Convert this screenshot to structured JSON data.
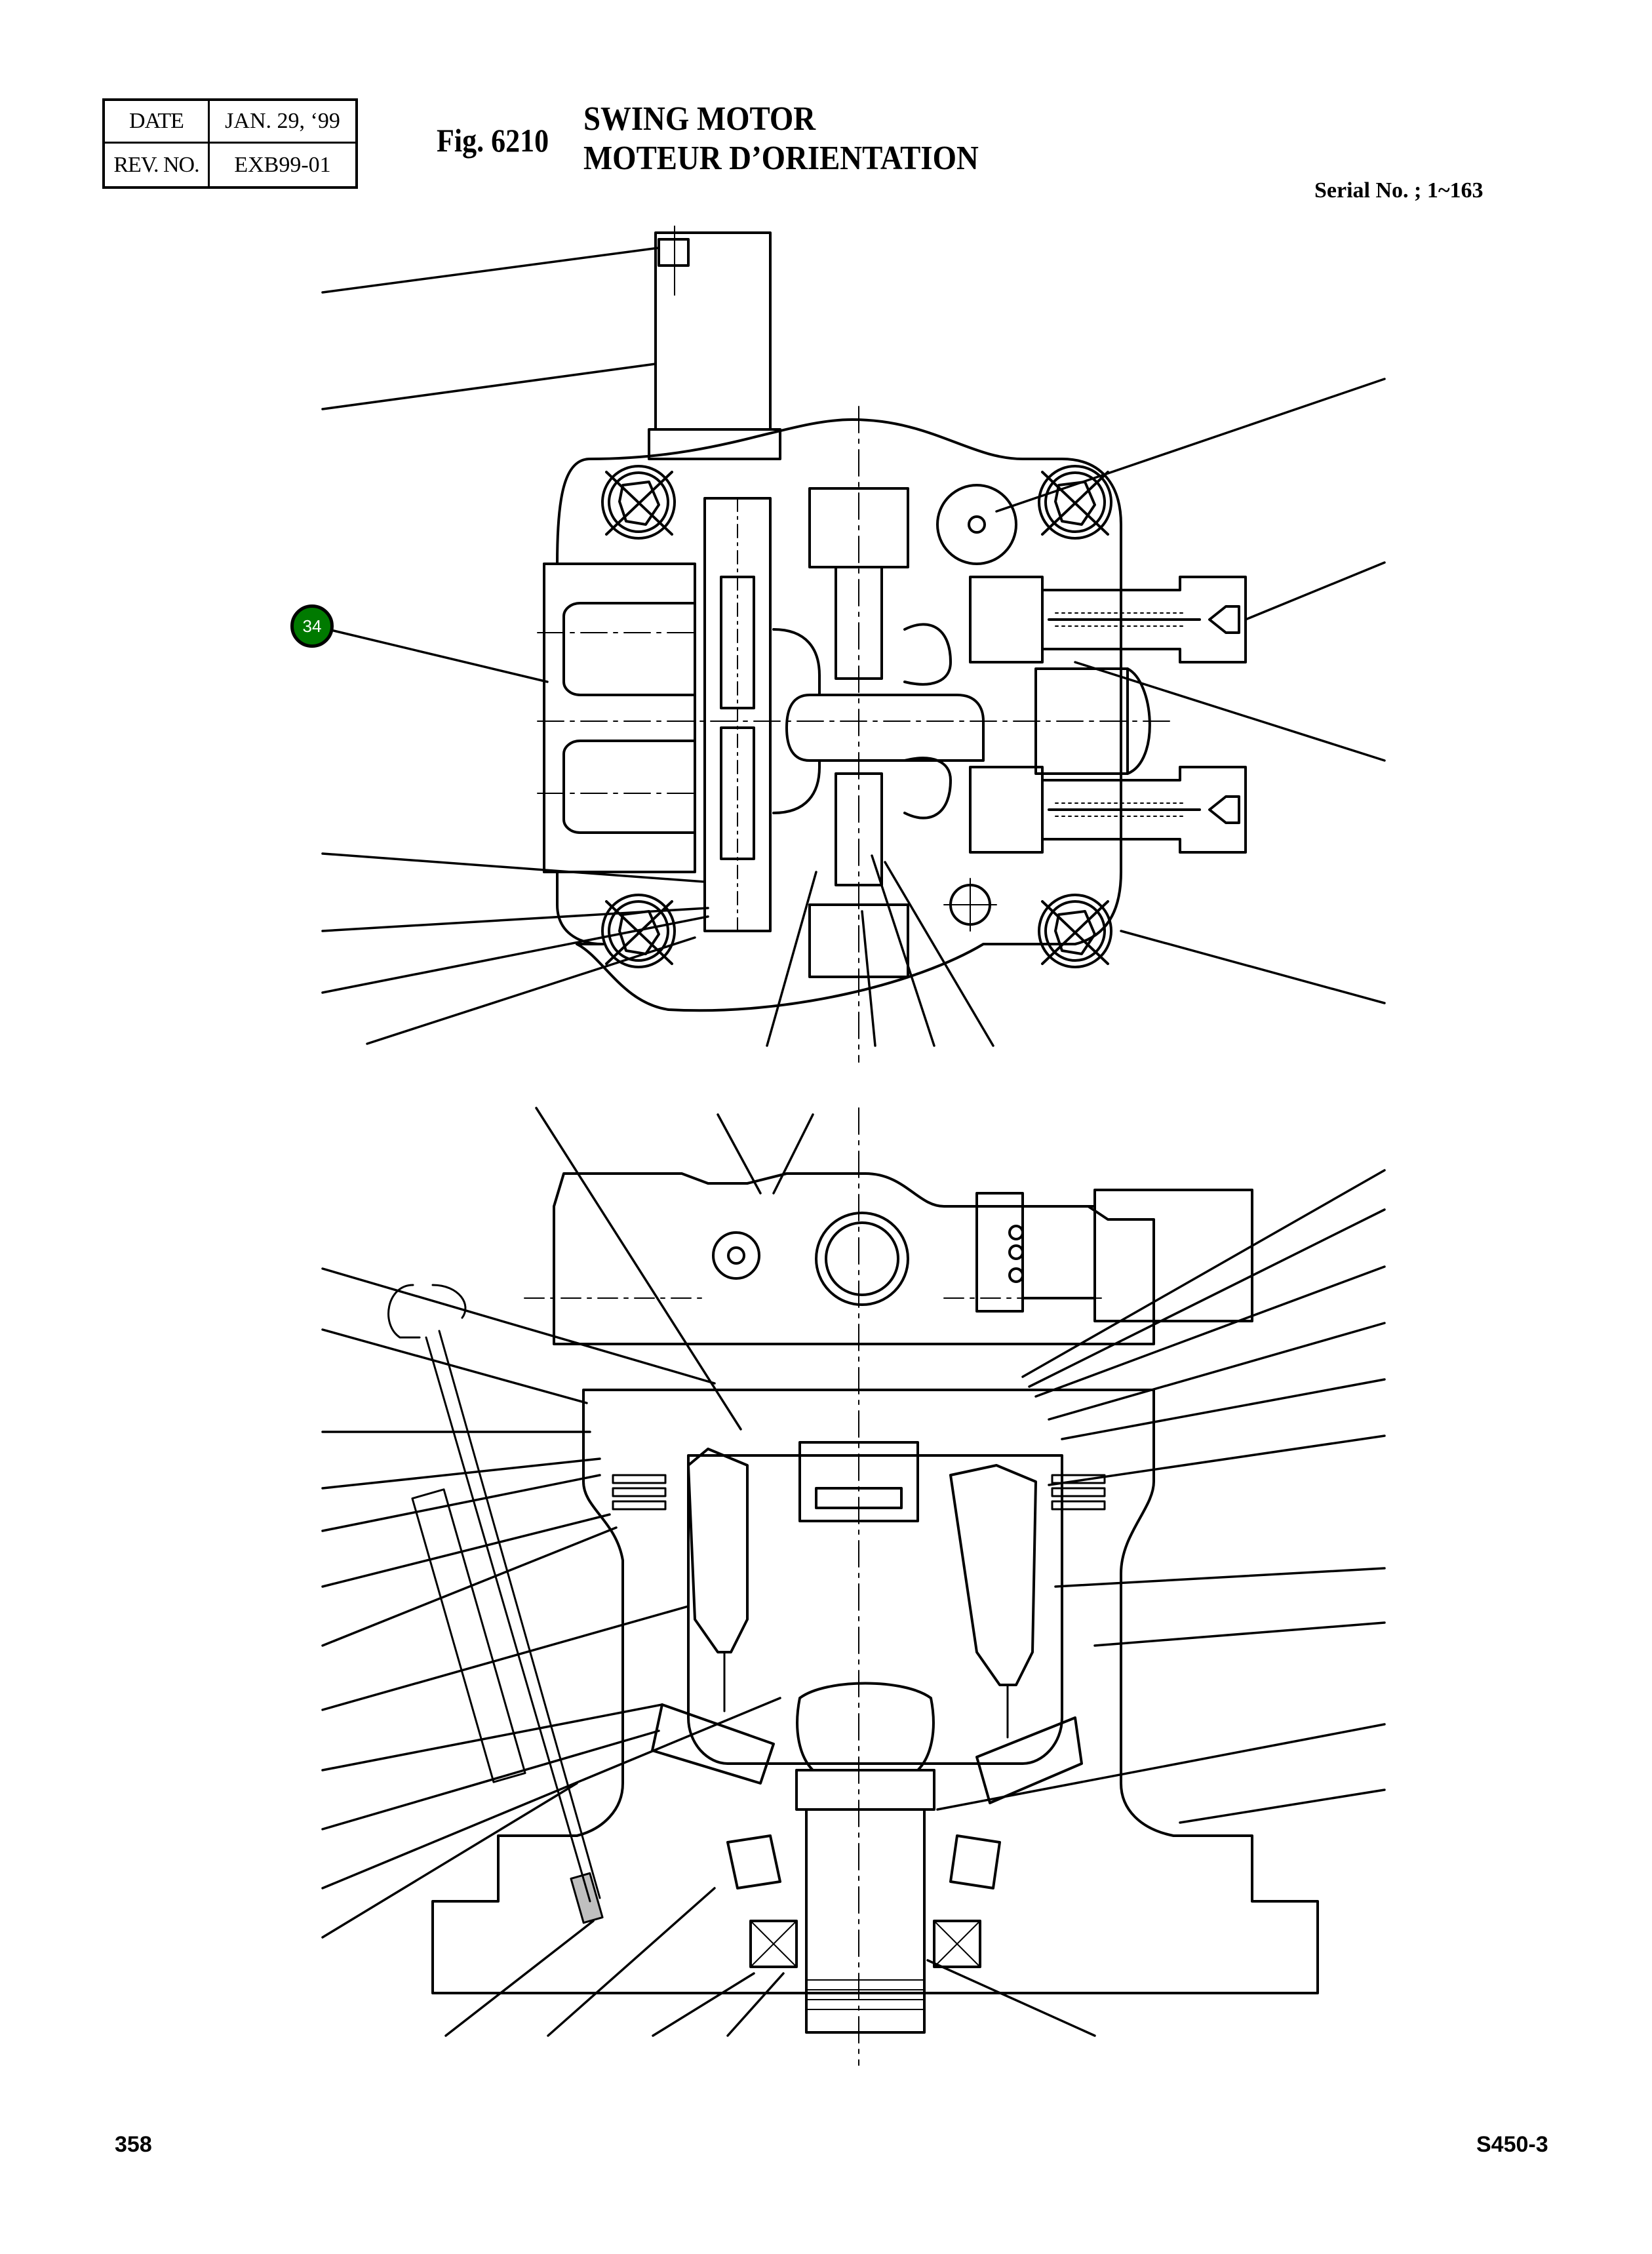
{
  "revision_table": {
    "date_label": "DATE",
    "date_value": "JAN. 29, ‘99",
    "rev_label": "REV. NO.",
    "rev_value": "EXB99-01"
  },
  "figure": {
    "number": "Fig. 6210",
    "title_en": "SWING MOTOR",
    "title_fr": "MOTEUR D’ORIENTATION",
    "serial": "Serial No. ; 1~163"
  },
  "callouts": [
    {
      "label": "34",
      "color": "#007a00",
      "text_color": "#ffffff"
    }
  ],
  "footer": {
    "page_number": "358",
    "model": "S450-3"
  },
  "icons": {
    "upper_view": "swing-motor-top-section-drawing",
    "lower_view": "swing-motor-side-section-drawing"
  }
}
